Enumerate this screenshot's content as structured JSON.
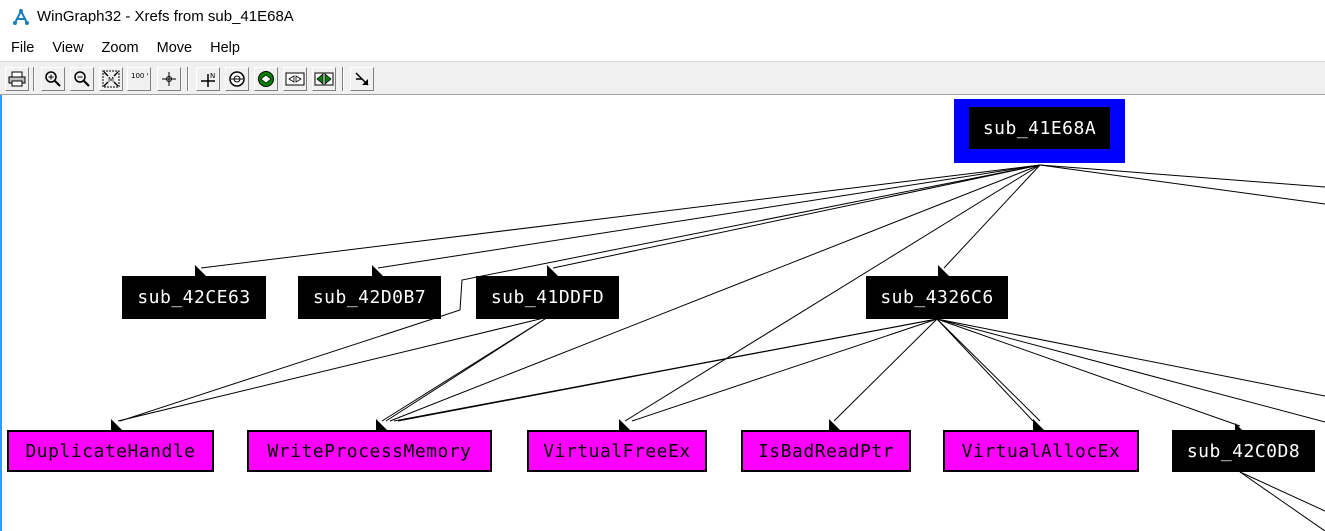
{
  "window": {
    "title": "WinGraph32 - Xrefs from sub_41E68A",
    "app_icon": "wingraph-app-icon"
  },
  "menu": {
    "items": [
      "File",
      "View",
      "Zoom",
      "Move",
      "Help"
    ]
  },
  "toolbar": {
    "buttons": [
      {
        "name": "print-icon"
      },
      {
        "name": "zoom-in-icon"
      },
      {
        "name": "zoom-out-icon"
      },
      {
        "name": "fit-to-window-icon"
      },
      {
        "name": "zoom-100-percent-icon",
        "label": "100 %"
      },
      {
        "name": "center-crosshair-icon"
      },
      {
        "name": "north-orientation-icon",
        "label": "N"
      },
      {
        "name": "compass-icon"
      },
      {
        "name": "layout-green-circle-icon"
      },
      {
        "name": "layout-arrows-icon"
      },
      {
        "name": "layout-green-box-icon"
      },
      {
        "name": "edge-pointer-icon"
      }
    ]
  },
  "graph": {
    "root": "sub_41E68A",
    "nodes": {
      "sub_42CE63": "sub_42CE63",
      "sub_42D0B7": "sub_42D0B7",
      "sub_41DDFD": "sub_41DDFD",
      "sub_4326C6": "sub_4326C6",
      "DuplicateHandle": "DuplicateHandle",
      "WriteProcessMemory": "WriteProcessMemory",
      "VirtualFreeEx": "VirtualFreeEx",
      "IsBadReadPtr": "IsBadReadPtr",
      "VirtualAllocEx": "VirtualAllocEx",
      "sub_42C0D8": "sub_42C0D8"
    },
    "colors": {
      "root_frame": "#0000ff",
      "function_node": "#000000",
      "api_node": "#ff00ff",
      "edge": "#000000"
    }
  }
}
